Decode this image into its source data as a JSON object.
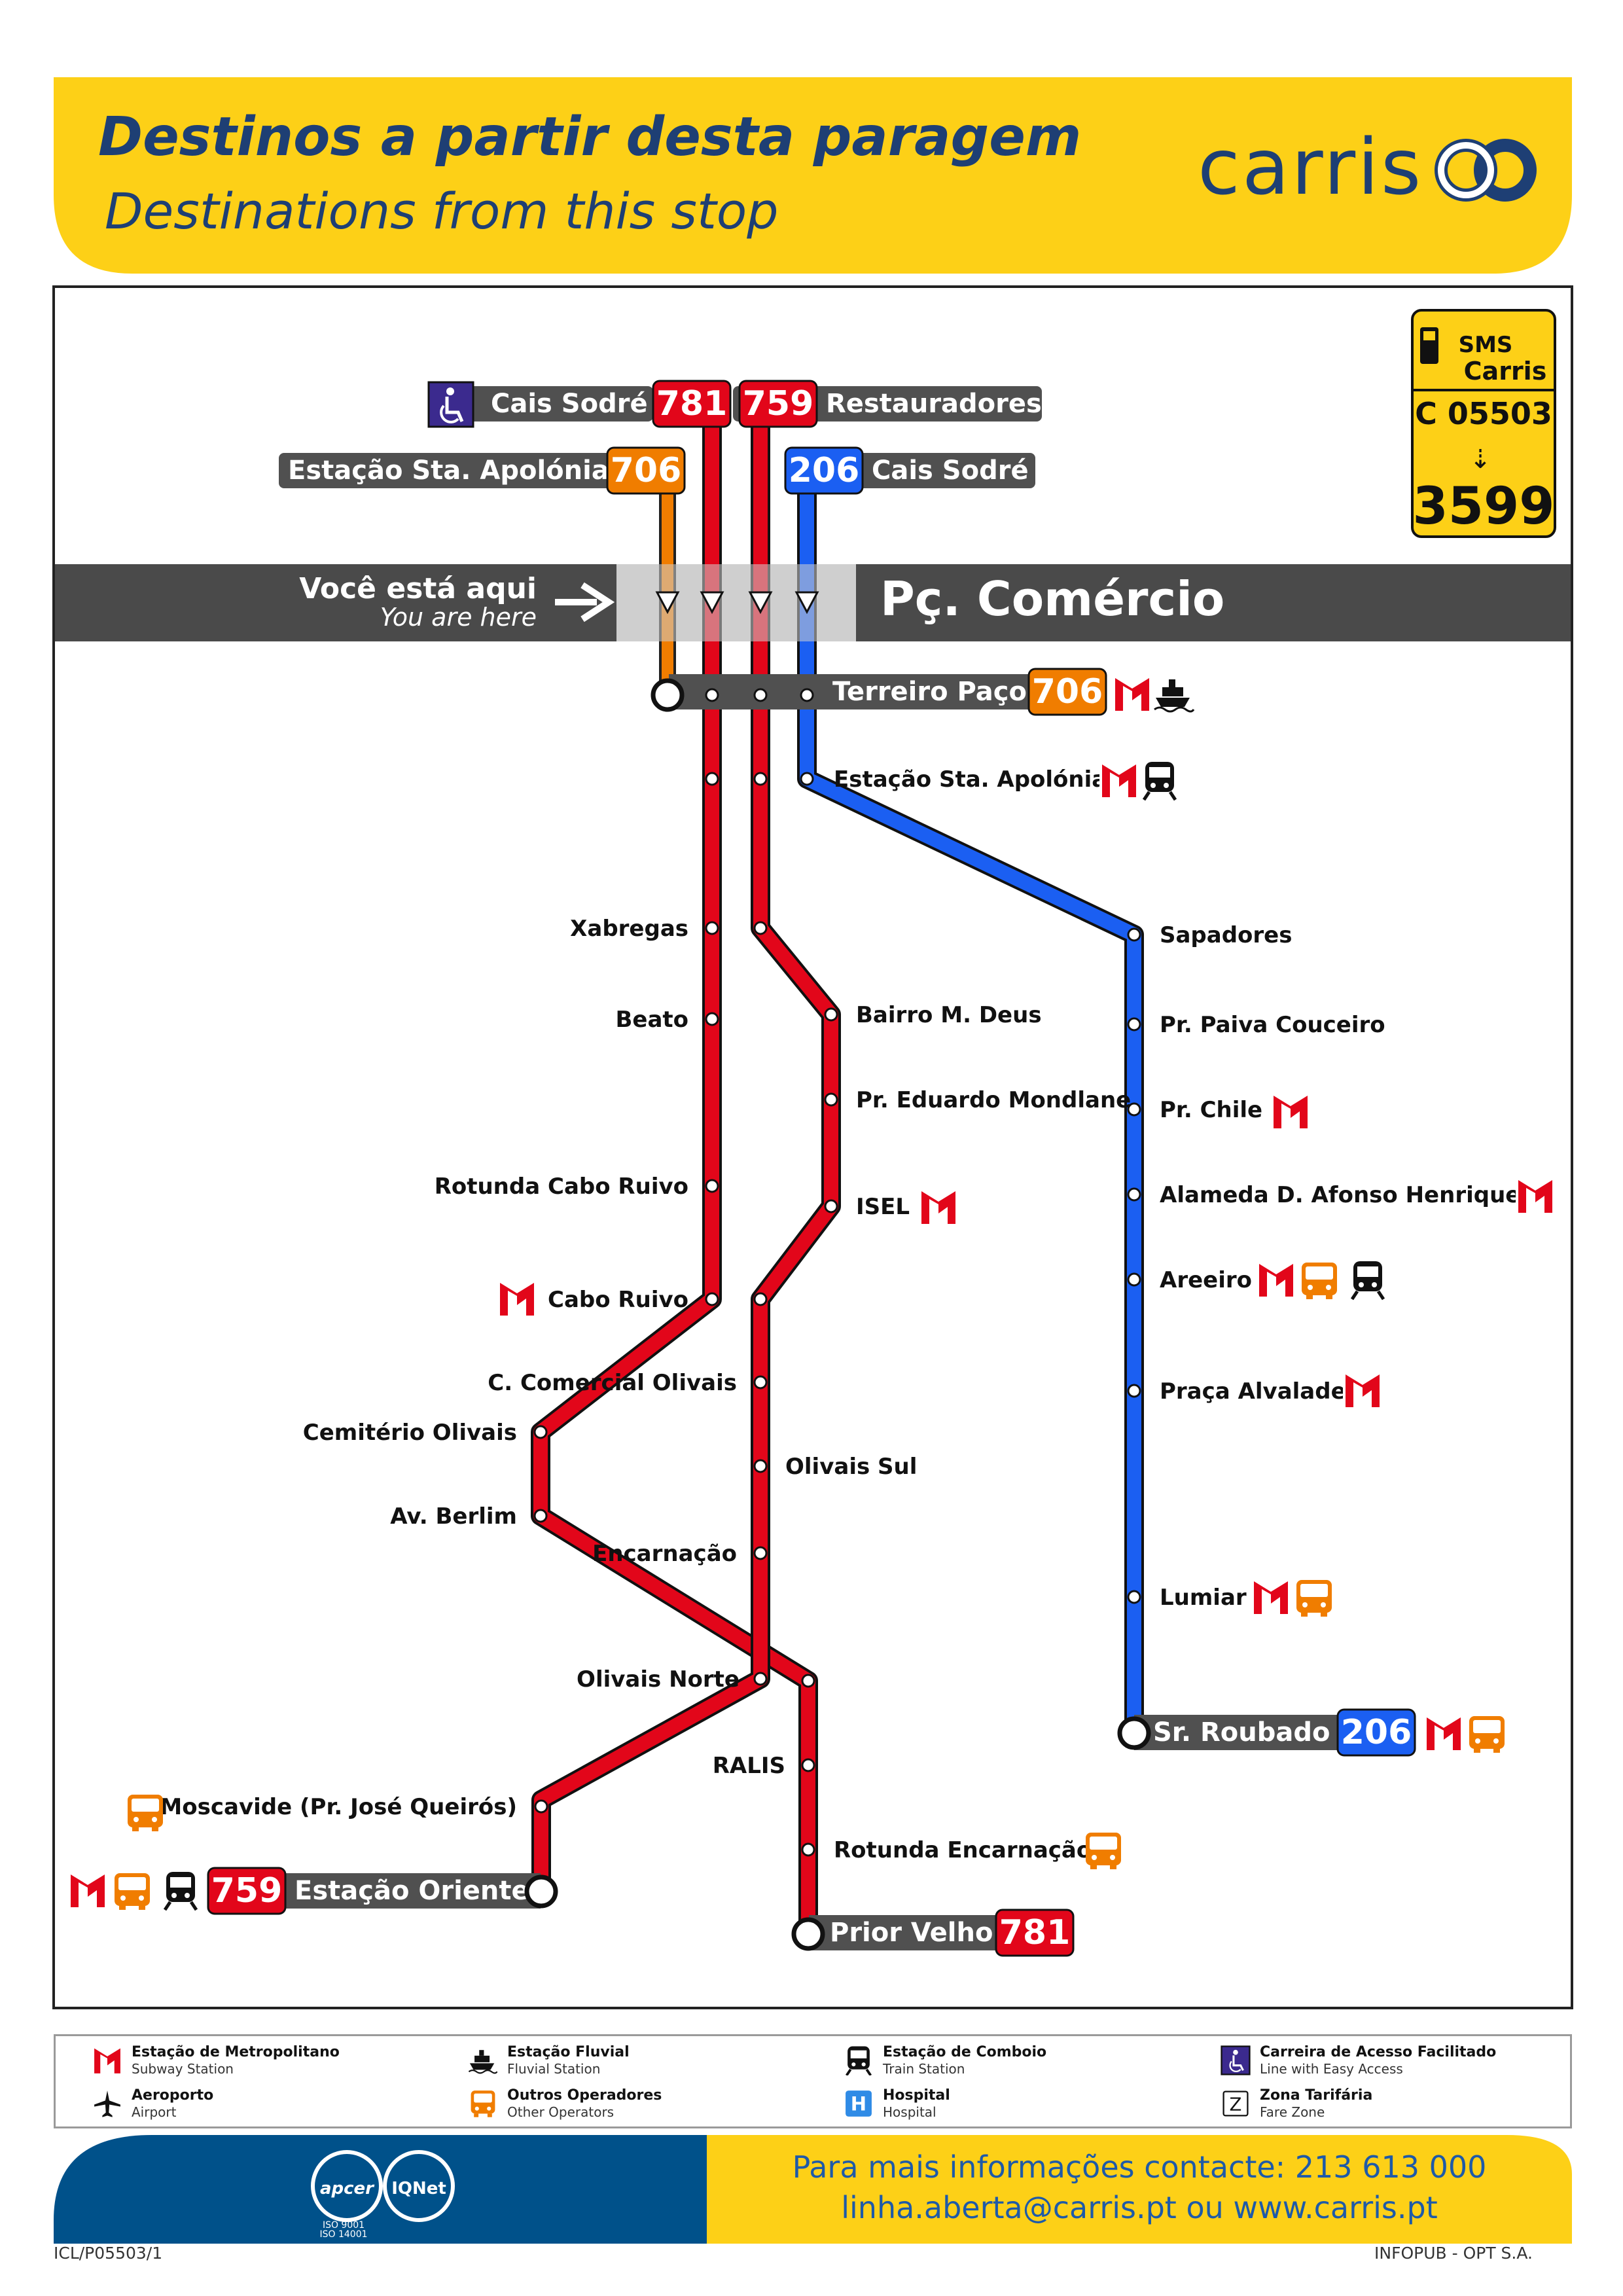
{
  "header": {
    "title_pt": "Destinos a partir desta paragem",
    "title_en": "Destinations from this stop",
    "brand": "carris",
    "brand_color": "#1e3f74",
    "header_color": "#fdd017"
  },
  "sms": {
    "label_line1": "SMS",
    "label_line2": "Carris",
    "code": "C 05503",
    "number": "3599",
    "icon": "mobile-phone-icon"
  },
  "stop": {
    "here_pt": "Você está aqui",
    "here_en": "You are here",
    "name": "Pç. Comércio"
  },
  "routes": {
    "r781": {
      "number": "781",
      "destination": "Cais Sodré",
      "terminus": "Prior Velho",
      "color": "#e2061a",
      "accessible": true
    },
    "r759": {
      "number": "759",
      "destination": "Restauradores",
      "terminus": "Estação Oriente",
      "color": "#e2061a"
    },
    "r706": {
      "number": "706",
      "destination": "Estação Sta. Apolónia",
      "terminus": "Terreiro Paço",
      "color": "#f07d00"
    },
    "r206": {
      "number": "206",
      "destination": "Cais Sodré",
      "terminus": "Sr. Roubado",
      "color": "#1b5ff2"
    }
  },
  "stops": {
    "terreiro_paco": "Terreiro Paço",
    "sta_apolonia": "Estação Sta. Apolónia",
    "sapadores": "Sapadores",
    "paiva_couceiro": "Pr. Paiva Couceiro",
    "chile": "Pr. Chile",
    "afonso_henriques": "Alameda D. Afonso Henriques",
    "areeiro": "Areeiro",
    "praca_alvalade": "Praça Alvalade",
    "lumiar": "Lumiar",
    "sr_roubado": "Sr. Roubado",
    "xabregas": "Xabregas",
    "beato": "Beato",
    "rotunda_cabo_ruivo": "Rotunda Cabo Ruivo",
    "cabo_ruivo": "Cabo Ruivo",
    "c_comercial_olivais": "C. Comercial Olivais",
    "cemiterio_olivais": "Cemitério Olivais",
    "av_berlim": "Av. Berlim",
    "encarnacao": "Encarnação",
    "olivais_norte": "Olivais Norte",
    "ralis": "RALIS",
    "rotunda_encarnacao": "Rotunda Encarnação",
    "prior_velho": "Prior Velho",
    "moscavide": "Moscavide (Pr. José Queirós)",
    "estacao_oriente": "Estação Oriente",
    "bairro_m_deus": "Bairro M. Deus",
    "eduardo_mondlane": "Pr. Eduardo Mondlane",
    "isel": "ISEL",
    "olivais_sul": "Olivais Sul"
  },
  "legend": [
    {
      "icon": "metro-icon",
      "title": "Estação de Metropolitano",
      "sub": "Subway Station"
    },
    {
      "icon": "ferry-icon",
      "title": "Estação Fluvial",
      "sub": "Fluvial Station"
    },
    {
      "icon": "train-icon",
      "title": "Estação de Comboio",
      "sub": "Train Station"
    },
    {
      "icon": "wheelchair-icon",
      "title": "Carreira de Acesso Facilitado",
      "sub": "Line with Easy Access"
    },
    {
      "icon": "airplane-icon",
      "title": "Aeroporto",
      "sub": "Airport"
    },
    {
      "icon": "bus-icon",
      "title": "Outros Operadores",
      "sub": "Other Operators"
    },
    {
      "icon": "hospital-icon",
      "title": "Hospital",
      "sub": "Hospital"
    },
    {
      "icon": "fare-zone-icon",
      "title": "Zona Tarifária",
      "sub": "Fare Zone"
    }
  ],
  "footer": {
    "contact_line1": "Para mais informações contacte: 213 613 000",
    "contact_line2": "linha.aberta@carris.pt ou www.carris.pt",
    "doc_id": "ICL/P05503/1",
    "credit": "INFOPUB - OPT S.A.",
    "cert1": "apcer",
    "cert2": "IQNet",
    "iso1": "ISO 9001",
    "iso2": "ISO 14001"
  }
}
